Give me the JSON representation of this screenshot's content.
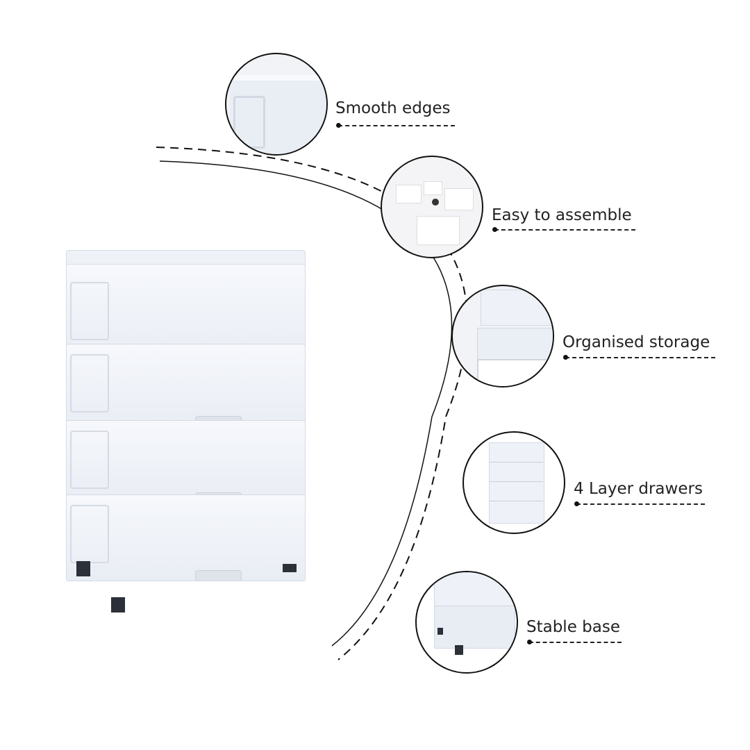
{
  "features": [
    {
      "label": "Smooth edges",
      "icon": "corner-closeup-image"
    },
    {
      "label": "Easy to assemble",
      "icon": "parts-image"
    },
    {
      "label": "Organised storage",
      "icon": "open-drawer-image"
    },
    {
      "label": "4 Layer drawers",
      "icon": "cabinet-image"
    },
    {
      "label": "Stable base",
      "icon": "base-image"
    }
  ],
  "colors": {
    "product": "#eef1f7",
    "line": "#111111",
    "leg": "#2c3038"
  }
}
